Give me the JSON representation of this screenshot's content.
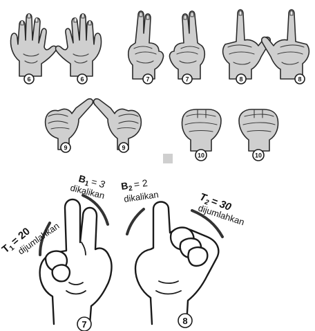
{
  "figures_row1": [
    {
      "number": "6"
    },
    {
      "number": "6"
    },
    {
      "number": "7"
    },
    {
      "number": "7"
    },
    {
      "number": "8"
    },
    {
      "number": "8"
    }
  ],
  "figures_row2": [
    {
      "number": "9"
    },
    {
      "number": "9"
    },
    {
      "number": "10"
    },
    {
      "number": "10"
    }
  ],
  "detail": {
    "left_hand_number": "7",
    "right_hand_number": "8",
    "t1": {
      "symbol": "T",
      "sub": "1",
      "equals": "= 20",
      "word": "dijumlahkan"
    },
    "b1": {
      "symbol": "B",
      "sub": "1",
      "equals": "= 3",
      "word": "dikalikan"
    },
    "b2": {
      "symbol": "B",
      "sub": "2",
      "equals": "= 2",
      "word": "dikalikan"
    },
    "t2": {
      "symbol": "T",
      "sub": "2",
      "equals": "= 30",
      "word": "dijumlahkan"
    }
  }
}
